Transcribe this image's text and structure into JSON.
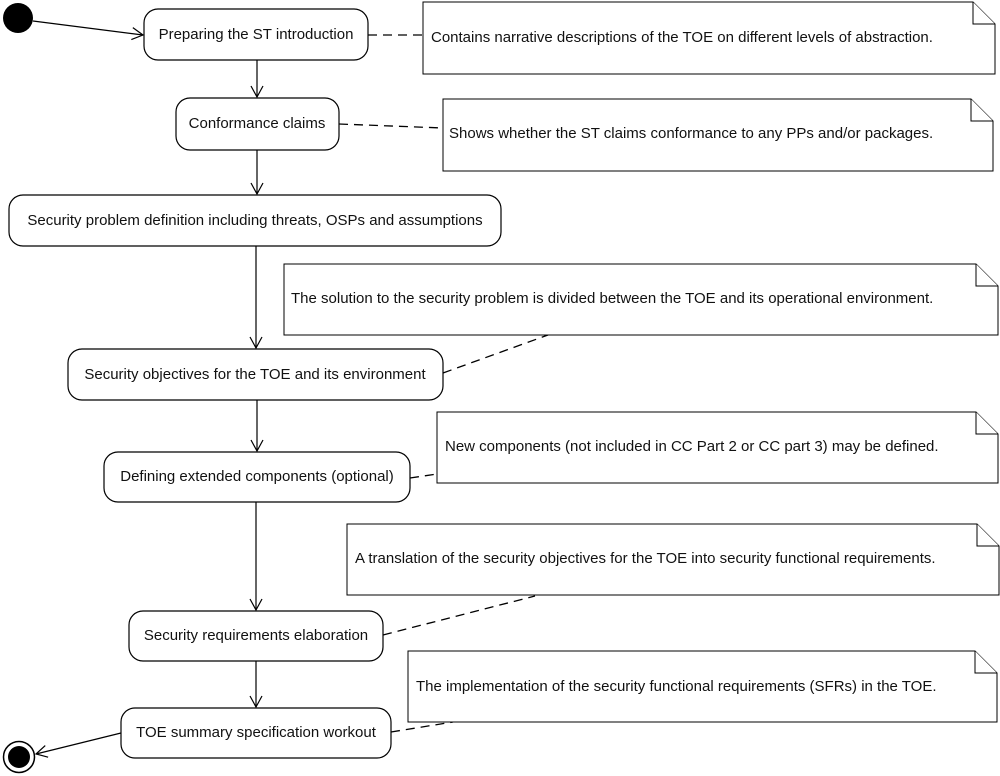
{
  "activities": [
    {
      "id": "a1",
      "label": "Preparing the ST introduction"
    },
    {
      "id": "a2",
      "label": "Conformance claims"
    },
    {
      "id": "a3",
      "label": "Security problem definition including threats, OSPs and assumptions"
    },
    {
      "id": "a4",
      "label": "Security objectives for the TOE and its environment"
    },
    {
      "id": "a5",
      "label": "Defining extended components (optional)"
    },
    {
      "id": "a6",
      "label": "Security requirements elaboration"
    },
    {
      "id": "a7",
      "label": "TOE summary specification workout"
    }
  ],
  "notes": [
    {
      "id": "n1",
      "attached_to": "a1",
      "text": "Contains narrative descriptions of the TOE on different levels of abstraction."
    },
    {
      "id": "n2",
      "attached_to": "a2",
      "text": "Shows whether the ST claims conformance to any PPs and/or packages."
    },
    {
      "id": "n3",
      "attached_to": "a4",
      "text": "The solution to the security problem is divided between the TOE and its operational environment."
    },
    {
      "id": "n4",
      "attached_to": "a5",
      "text": "New components (not included in CC Part 2 or CC part 3) may be defined."
    },
    {
      "id": "n5",
      "attached_to": "a6",
      "text": "A translation of the security objectives for the TOE into security functional requirements."
    },
    {
      "id": "n6",
      "attached_to": "a7",
      "text": "The implementation of the security functional requirements (SFRs) in the TOE."
    }
  ]
}
